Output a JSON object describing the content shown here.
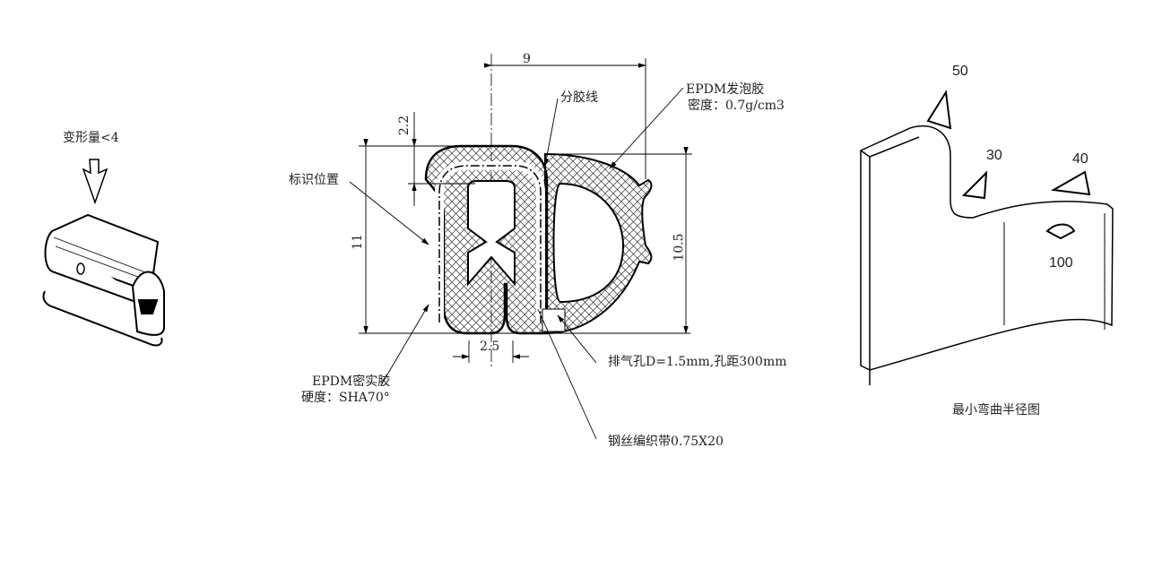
{
  "left_view": {
    "deformation_label": "变形量<4"
  },
  "section": {
    "dims": {
      "width": "9",
      "height_left": "11",
      "height_right": "10.5",
      "top_thickness": "2.2",
      "gap": "2.5"
    },
    "labels": {
      "split_line": "分胶线",
      "foam_material": "EPDM发泡胶",
      "foam_density": "密度：0.7g/cm3",
      "mark_position": "标识位置",
      "solid_material": "EPDM密实胶",
      "solid_hardness": "硬度：SHA70°",
      "vent_hole": "排气孔D=1.5mm,孔距300mm",
      "steel_band": "钢丝编织带0.75X20"
    }
  },
  "bend_view": {
    "radii": [
      "50",
      "30",
      "40",
      "100"
    ],
    "caption": "最小弯曲半径图"
  }
}
